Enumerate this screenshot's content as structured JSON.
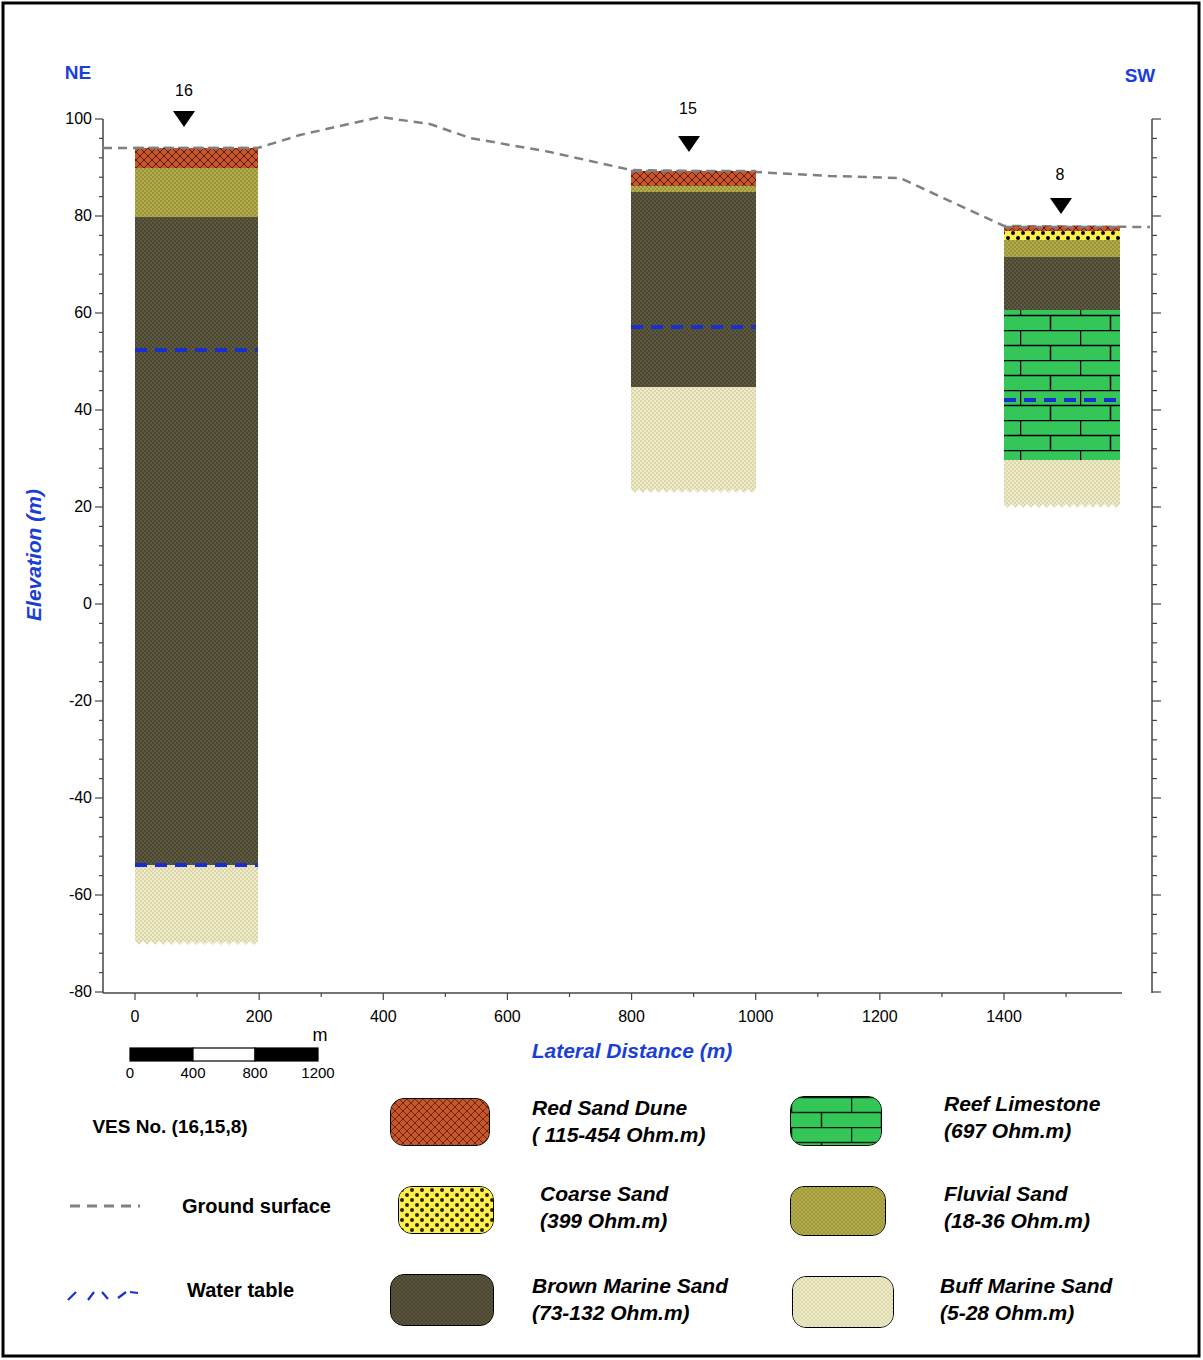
{
  "diagram": {
    "labels": [
      "NE",
      "SW",
      "16",
      "15",
      "8",
      "100",
      "80",
      "60",
      "40",
      "20",
      "0",
      "-20",
      "-40",
      "-60",
      "-80",
      "Elevation (m)",
      "0",
      "200",
      "400",
      "600",
      "800",
      "1000",
      "1200",
      "1400",
      "Lateral Distance (m)",
      "m",
      "0",
      "400",
      "800",
      "1200",
      "VES No. (16,15,8)"
    ],
    "legend": [
      {
        "text": "Red Sand Dune ( 115-454 Ohm.m)",
        "color": "#c8562c"
      },
      {
        "text": "Reef Limestone (697 Ohm.m)",
        "color": "#35c659"
      },
      {
        "text": "Ground surface"
      },
      {
        "text": "Coarse Sand (399 Ohm.m)",
        "color": "#ffef4a"
      },
      {
        "text": "Fluvial Sand (18-36 Ohm.m)",
        "color": "#b5ac4a"
      },
      {
        "text": "Water table"
      },
      {
        "text": "Brown Marine Sand (73-132 Ohm.m)",
        "color": "#4a4631"
      },
      {
        "text": "Buff Marine Sand (5-28 Ohm.m)",
        "color": "#efebc4"
      }
    ]
  }
}
